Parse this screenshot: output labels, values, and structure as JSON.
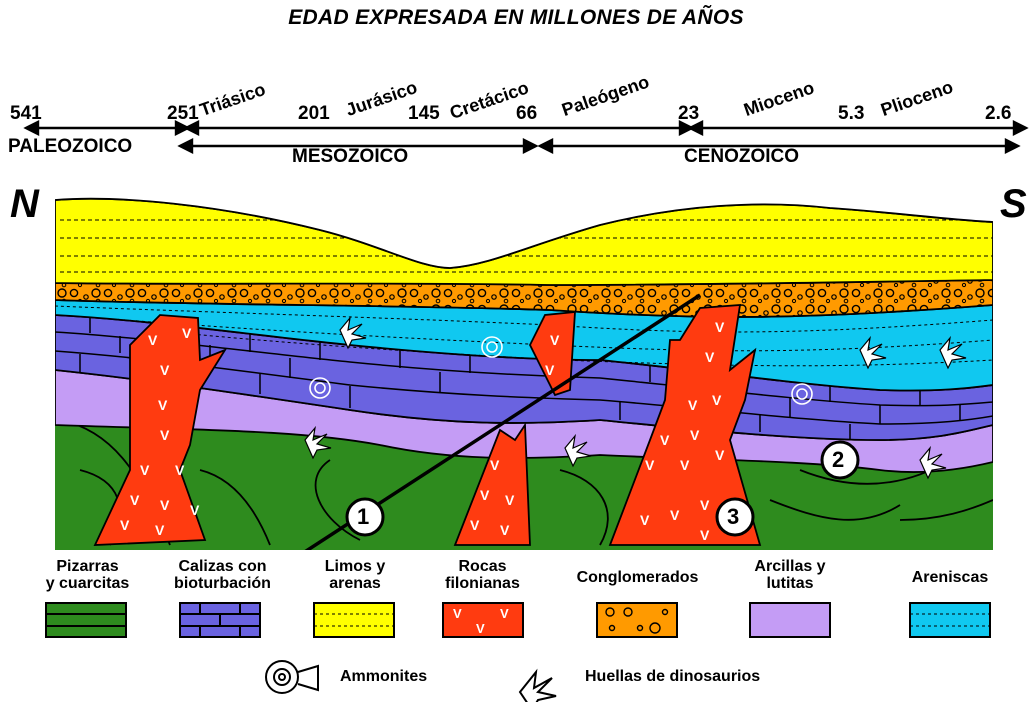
{
  "title": "EDAD EXPRESADA EN MILLONES DE AÑOS",
  "timeline": {
    "ages": [
      "541",
      "251",
      "201",
      "145",
      "66",
      "23",
      "5.3",
      "2.6"
    ],
    "periods": [
      "Triásico",
      "Jurásico",
      "Cretácico",
      "Paleógeno",
      "Mioceno",
      "Plioceno"
    ],
    "eras": [
      "PALEOZOICO",
      "MESOZOICO",
      "CENOZOICO"
    ]
  },
  "orientation": {
    "north": "N",
    "south": "S"
  },
  "markers": [
    "1",
    "2",
    "3"
  ],
  "legend": {
    "pizarras": "Pizarras\ny cuarcitas",
    "calizas": "Calizas con\nbioturbación",
    "limos": "Limos y\narenas",
    "rocas": "Rocas\nfilonianas",
    "conglomerados": "Conglomerados",
    "arcillas": "Arcillas y\nlutitas",
    "areniscas": "Areniscas",
    "ammonites": "Ammonites",
    "huellas": "Huellas de dinosaurios"
  },
  "colors": {
    "pizarras": "#2e8b1e",
    "calizas": "#6a63e0",
    "limos": "#ffff00",
    "rocas": "#ff3b10",
    "conglomerados": "#ff9a00",
    "arcillas": "#c49cf5",
    "areniscas": "#10c8f0"
  },
  "fossil_icons": [
    "ammonite-icon",
    "dinosaur-footprint-icon"
  ]
}
